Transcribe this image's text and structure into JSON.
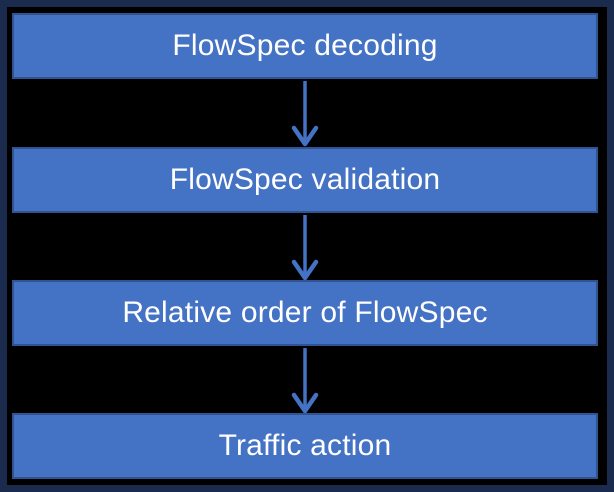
{
  "diagram": {
    "type": "flowchart",
    "orientation": "top-down",
    "nodes": [
      {
        "id": 1,
        "label": "FlowSpec decoding"
      },
      {
        "id": 2,
        "label": "FlowSpec validation"
      },
      {
        "id": 3,
        "label": "Relative order of FlowSpec"
      },
      {
        "id": 4,
        "label": "Traffic action"
      }
    ],
    "connections": [
      {
        "from": "FlowSpec decoding",
        "to": "FlowSpec validation",
        "style": "down-arrow"
      },
      {
        "from": "FlowSpec validation",
        "to": "Relative order of FlowSpec",
        "style": "down-arrow"
      },
      {
        "from": "Relative order of FlowSpec",
        "to": "Traffic action",
        "style": "down-arrow"
      }
    ],
    "colors": {
      "background": "#000000",
      "frame_border": "#1b2b4d",
      "box_fill": "#4472c4",
      "box_border": "#2f5491",
      "arrow": "#4472c4",
      "text": "#ffffff"
    }
  }
}
